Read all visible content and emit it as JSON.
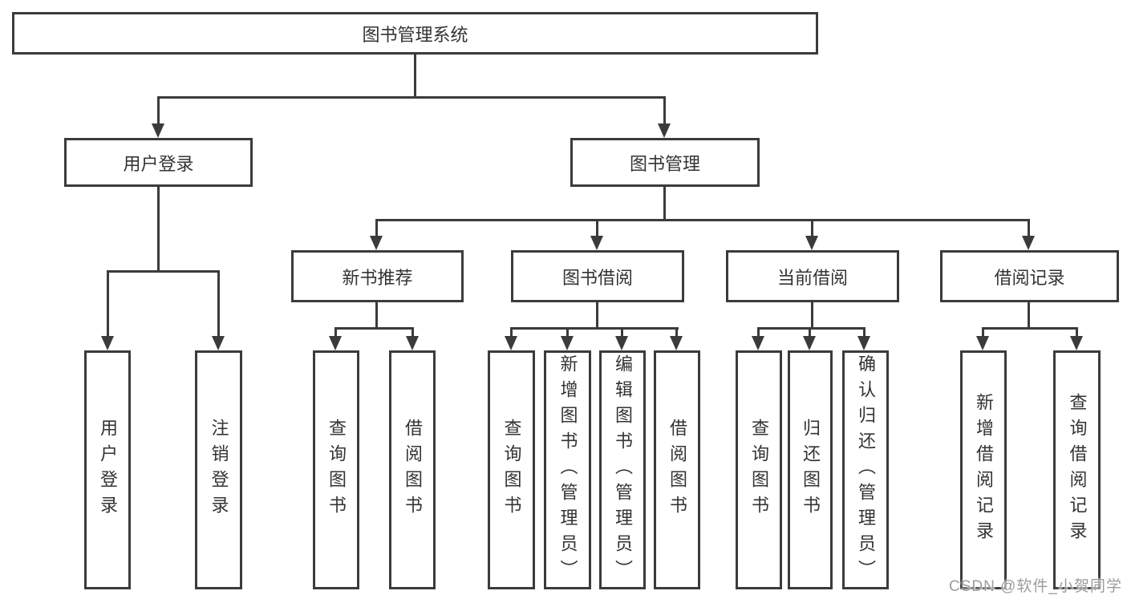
{
  "colors": {
    "line": "#3b3b3b",
    "box_border": "#3b3b3b",
    "box_fill": "#ffffff",
    "text": "#333333",
    "watermark": "#9c9c9c",
    "background": "#ffffff"
  },
  "watermark": {
    "text": "CSDN @软件_小贺同学"
  },
  "tree": {
    "root": {
      "label": "图书管理系统"
    },
    "level2": [
      {
        "label": "用户登录",
        "children": [
          "用户登录",
          "注销登录"
        ]
      },
      {
        "label": "图书管理"
      }
    ],
    "level3": [
      {
        "label": "新书推荐",
        "children": [
          "查询图书",
          "借阅图书"
        ]
      },
      {
        "label": "图书借阅",
        "children": [
          "查询图书",
          "新增图书（管理员）",
          "编辑图书（管理员）",
          "借阅图书"
        ]
      },
      {
        "label": "当前借阅",
        "children": [
          "查询图书",
          "归还图书",
          "确认归还（管理员）"
        ]
      },
      {
        "label": "借阅记录",
        "children": [
          "新增借阅记录",
          "查询借阅记录"
        ]
      }
    ]
  }
}
